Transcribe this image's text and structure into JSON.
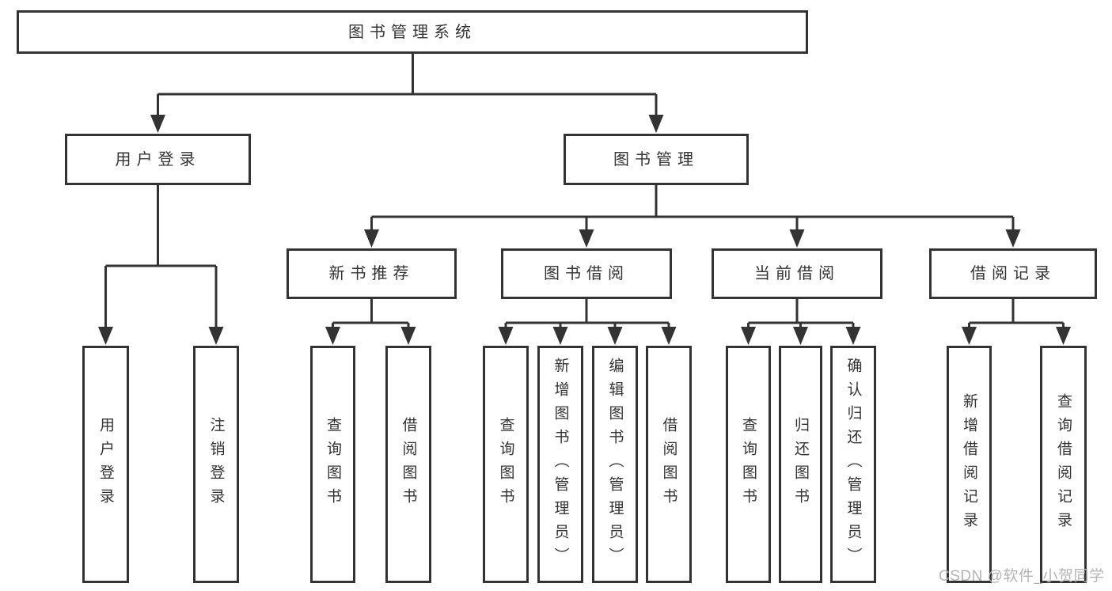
{
  "diagram": {
    "root": {
      "label": "图书管理系统"
    },
    "level2": [
      {
        "label": "用户登录"
      },
      {
        "label": "图书管理"
      }
    ],
    "level3": [
      {
        "label": "新书推荐"
      },
      {
        "label": "图书借阅"
      },
      {
        "label": "当前借阅"
      },
      {
        "label": "借阅记录"
      }
    ],
    "leaves": {
      "user_login": [
        "用户登录",
        "注销登录"
      ],
      "new_book_recommend": [
        "查询图书",
        "借阅图书"
      ],
      "book_borrow": [
        "查询图书",
        "新增图书（管理员）",
        "编辑图书（管理员）",
        "借阅图书"
      ],
      "current_borrow": [
        "查询图书",
        "归还图书",
        "确认归还（管理员）"
      ],
      "borrow_records": [
        "新增借阅记录",
        "查询借阅记录"
      ]
    }
  },
  "watermark": {
    "text": "CSDN @软件_小贺同学"
  },
  "colors": {
    "line": "#333333",
    "text": "#333333",
    "background": "#ffffff",
    "watermark": "#b4b4b4"
  }
}
